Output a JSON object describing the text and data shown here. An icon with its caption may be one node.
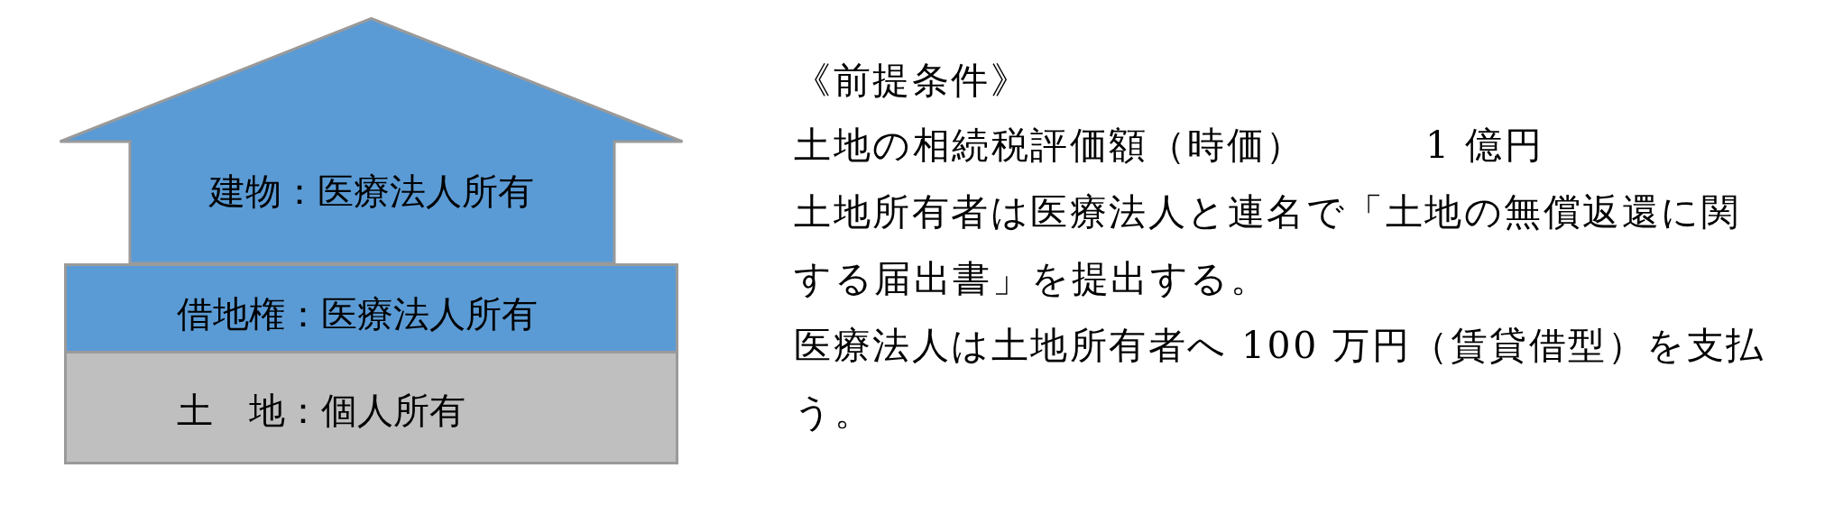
{
  "diagram": {
    "nodes": [
      {
        "text": [
          "建物：医療法人所有"
        ]
      },
      {
        "text": [
          "借地権：医療法人所有"
        ]
      },
      {
        "text": [
          "土　地：個人所有"
        ]
      }
    ],
    "edges": [],
    "labels": [
      "《前提条件》",
      "土地の相続税評価額（時価）",
      "1 億円",
      "土地所有者は医療法人と連名で「土地の無償返還に関する届出書」を提出する。",
      "医療法人は土地所有者へ 100 万円（賃貸借型）を支払う。"
    ]
  }
}
